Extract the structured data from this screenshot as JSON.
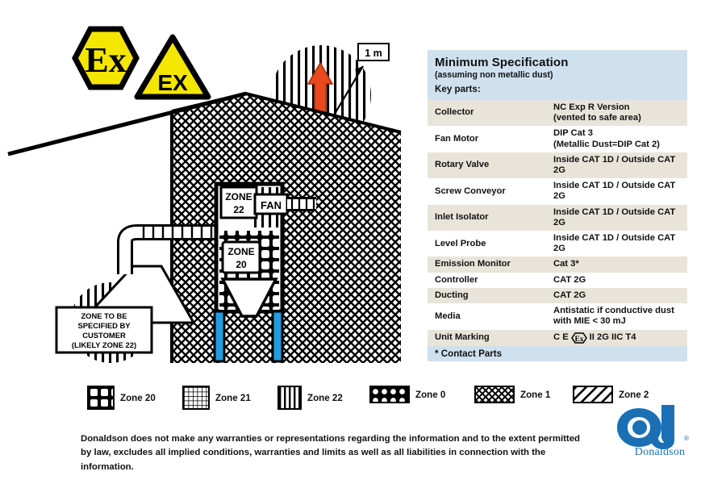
{
  "symbols": {
    "hex_label": "Ex",
    "triangle_label": "EX",
    "hex_name": "atex-hexagon-symbol",
    "triangle_name": "ex-warning-triangle"
  },
  "diagram": {
    "distance_label": "1 m",
    "collector_zone_label_line1": "ZONE",
    "collector_zone_label_line2": "22",
    "fan_label": "FAN",
    "filter_zone_label_line1": "ZONE",
    "filter_zone_label_line2": "20",
    "customer_note": [
      "ZONE TO BE",
      "SPECIFIED BY",
      "CUSTOMER",
      "(LIKELY ZONE 22)"
    ],
    "arrow_color": "#e8491d",
    "leg_color": "#1f9ee0"
  },
  "table": {
    "title": "Minimum Specification",
    "subtitle": "(assuming non metallic dust)",
    "key_parts_label": "Key parts:",
    "rows": [
      {
        "part": "Collector",
        "spec": "NC Exp R Version\n(vented to safe area)"
      },
      {
        "part": "Fan Motor",
        "spec": "DIP Cat 3\n(Metallic Dust=DIP Cat 2)"
      },
      {
        "part": "Rotary Valve",
        "spec": "Inside CAT 1D / Outside CAT 2G"
      },
      {
        "part": "Screw Conveyor",
        "spec": "Inside CAT 1D / Outside CAT 2G"
      },
      {
        "part": "Inlet Isolator",
        "spec": "Inside CAT 1D / Outside CAT 2G"
      },
      {
        "part": "Level Probe",
        "spec": "Inside CAT 1D / Outside CAT 2G"
      },
      {
        "part": "Emission Monitor",
        "spec": "Cat 3*"
      },
      {
        "part": "Controller",
        "spec": "CAT 2G"
      },
      {
        "part": "Ducting",
        "spec": "CAT 2G"
      },
      {
        "part": "Media",
        "spec": "Antistatic if conductive dust\nwith MIE < 30 mJ"
      },
      {
        "part": "Unit Marking",
        "spec": "C E (Ex) II 2G IIC T4",
        "is_marking": true
      }
    ],
    "unit_marking_prefix": "C E",
    "unit_marking_suffix": "II 2G IIC T4",
    "footnote": "* Contact Parts",
    "header_color": "#cfe0ef",
    "row_color": "#e9e4da"
  },
  "legend": {
    "items": [
      {
        "label": "Zone 20",
        "pattern": "rounded-cells"
      },
      {
        "label": "Zone 21",
        "pattern": "fine-grid"
      },
      {
        "label": "Zone 22",
        "pattern": "vertical-stripes"
      },
      {
        "label": "Zone 0",
        "pattern": "dots"
      },
      {
        "label": "Zone 1",
        "pattern": "crosshatch"
      },
      {
        "label": "Zone 2",
        "pattern": "diagonal"
      }
    ]
  },
  "disclaimer": "Donaldson does not make any warranties or representations regarding the information and to the extent permitted by law, excludes all implied conditions, warranties and limits as well as all liabilities in connection with the information.",
  "brand": {
    "name": "Donaldson",
    "color": "#1a6fb5"
  }
}
